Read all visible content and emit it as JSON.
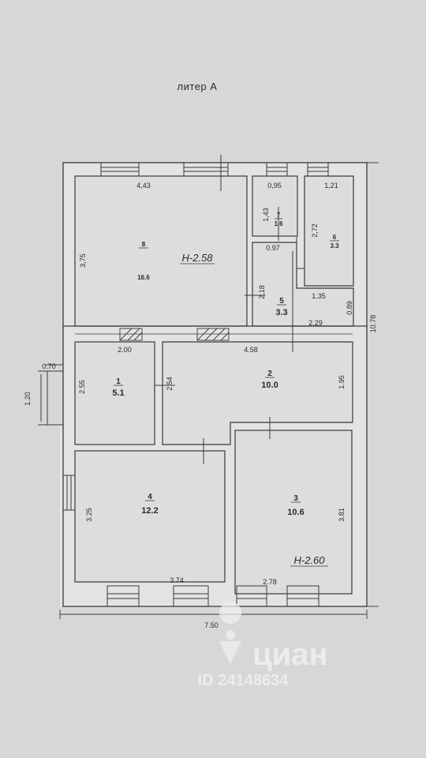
{
  "title": "литер А",
  "rooms": [
    {
      "number": "8",
      "area": "16.6"
    },
    {
      "number": "7",
      "area": "1.6"
    },
    {
      "number": "6",
      "area": "3.3"
    },
    {
      "number": "5",
      "area": "3.3"
    },
    {
      "number": "1",
      "area": "5.1"
    },
    {
      "number": "2",
      "area": "10.0"
    },
    {
      "number": "4",
      "area": "12.2"
    },
    {
      "number": "3",
      "area": "10.6"
    }
  ],
  "heights": {
    "upper": "Н-2.58",
    "lower": "Н-2.60"
  },
  "dimensions": {
    "d443": "4,43",
    "d095": "0,95",
    "d121": "1,21",
    "d375": "3,75",
    "d143": "1,43",
    "d272": "2,72",
    "d097": "0.97",
    "d218": "2,18",
    "d135": "1.35",
    "d089": "0.89",
    "d229": "2.29",
    "d1078": "10.78",
    "d200": "2.00",
    "d458": "4.58",
    "d070": "0.70",
    "d255": "2.55",
    "d254": "2.54",
    "d195": "1.95",
    "d120": "1.20",
    "d325": "3.25",
    "d381": "3.81",
    "d374": "3.74",
    "d278": "2.78",
    "d750": "7.50"
  },
  "watermark": {
    "brand": "циан",
    "id": "ID 24148634"
  },
  "colors": {
    "paper": "#d8d9db",
    "ink": "#3a3a3a",
    "watermark": "#eef0f2"
  }
}
